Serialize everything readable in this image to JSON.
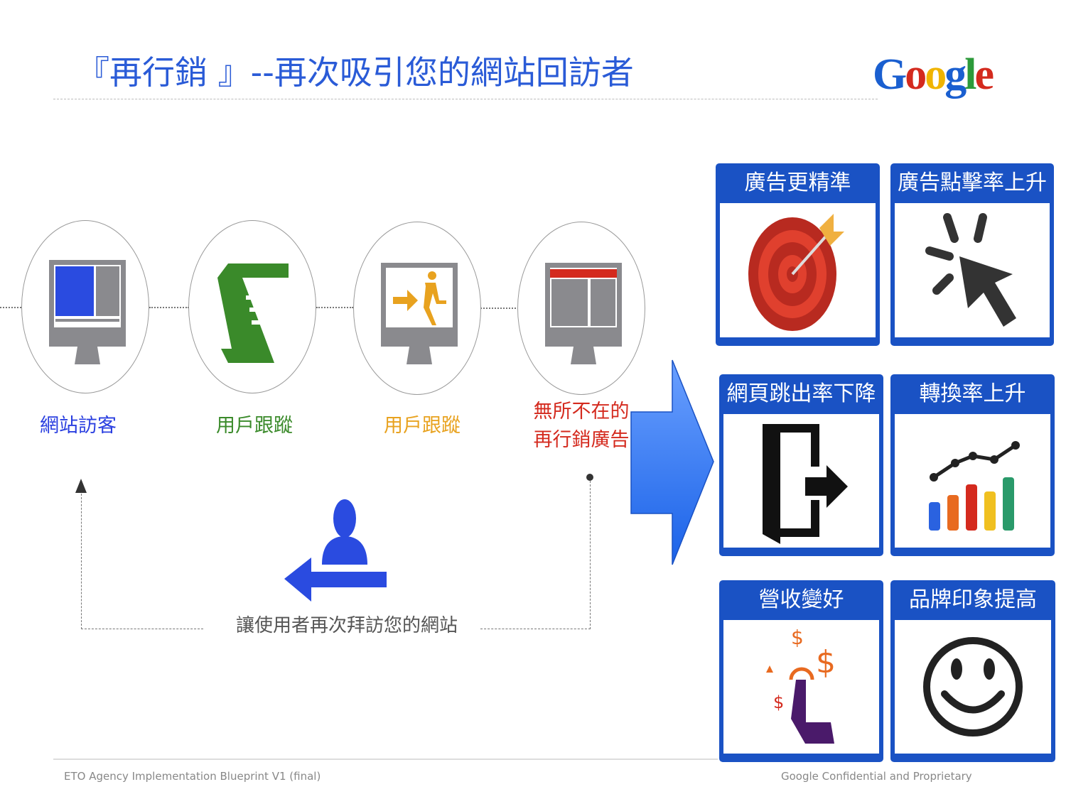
{
  "title": "『再行銷 』--再次吸引您的網站回訪者",
  "logo": "Google",
  "steps": [
    {
      "label": "網站訪客",
      "color": "#2a3fe0"
    },
    {
      "label": "用戶跟蹤",
      "color": "#3a8a2a"
    },
    {
      "label": "用戶跟蹤",
      "color": "#e8a21f"
    },
    {
      "label_line1": "無所不在的",
      "label_line2": "再行銷廣告",
      "color": "#d42a1e"
    }
  ],
  "return_caption": "讓使用者再次拜訪您的網站",
  "benefits": [
    "廣告更精準",
    "廣告點擊率上升",
    "網頁跳出率下降",
    "轉換率上升",
    "營收變好",
    "品牌印象提高"
  ],
  "footer": {
    "left": "ETO Agency Implementation Blueprint V1 (final)",
    "right": "Google Confidential and Proprietary"
  }
}
